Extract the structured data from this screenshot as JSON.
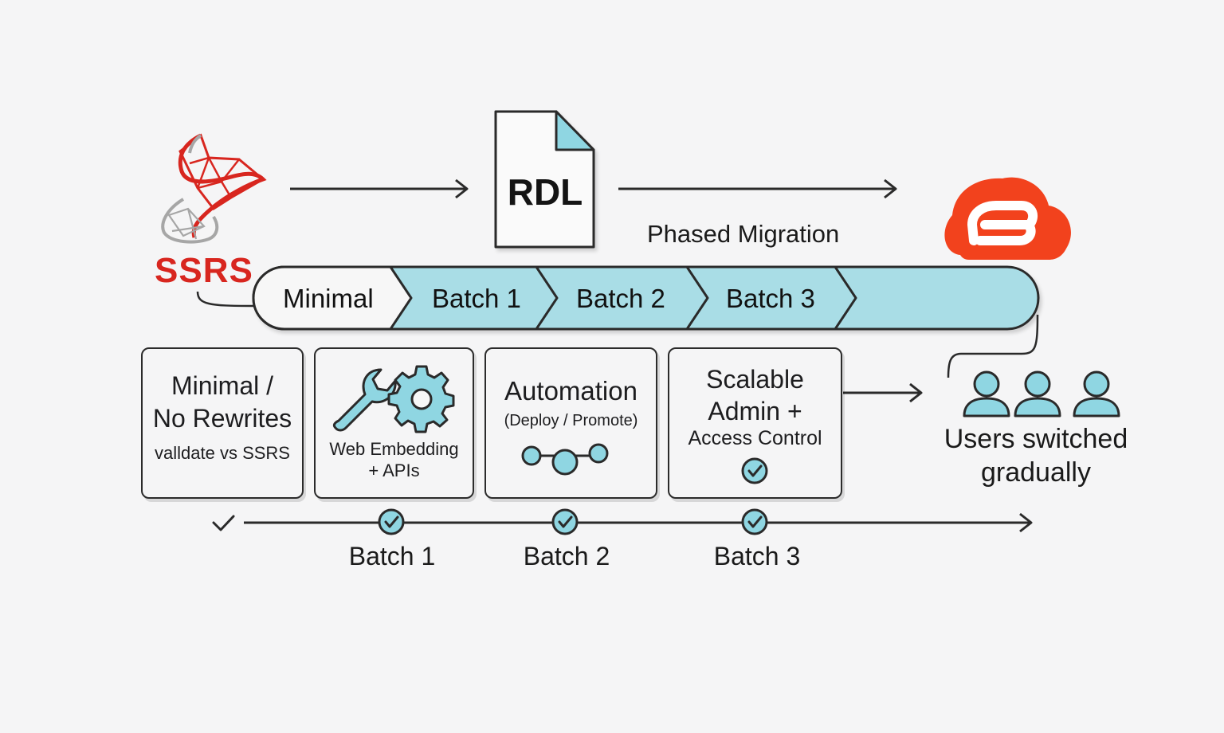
{
  "source": {
    "label": "SSRS",
    "logo_icon": "sql-server-logo-icon",
    "color": "#d8261f"
  },
  "file": {
    "label": "RDL",
    "icon": "document-icon"
  },
  "migration_label": "Phased Migration",
  "target": {
    "icon": "cloud-app-logo-icon",
    "color": "#f2421d"
  },
  "pipeline": {
    "segments": [
      "Minimal",
      "Batch 1",
      "Batch 2",
      "Batch 3"
    ],
    "accent_color": "#a9dde6"
  },
  "cards": [
    {
      "title": "Minimal /\nNo Rewrites",
      "subtitle": "valldate vs SSRS"
    },
    {
      "title": "Web Embedding\n+ APIs",
      "icons": [
        "wrench-icon",
        "gear-icon"
      ]
    },
    {
      "title": "Automation",
      "subtitle": "(Deploy / Promote)",
      "icon": "pipeline-nodes-icon"
    },
    {
      "title": "Scalable\nAdmin +",
      "subtitle": "Access Control",
      "icon": "check-circle-icon"
    }
  ],
  "users": {
    "caption": "Users switched gradually",
    "icon": "user-icon",
    "count": 3
  },
  "timeline": {
    "labels": [
      "Batch 1",
      "Batch 2",
      "Batch 3"
    ]
  }
}
